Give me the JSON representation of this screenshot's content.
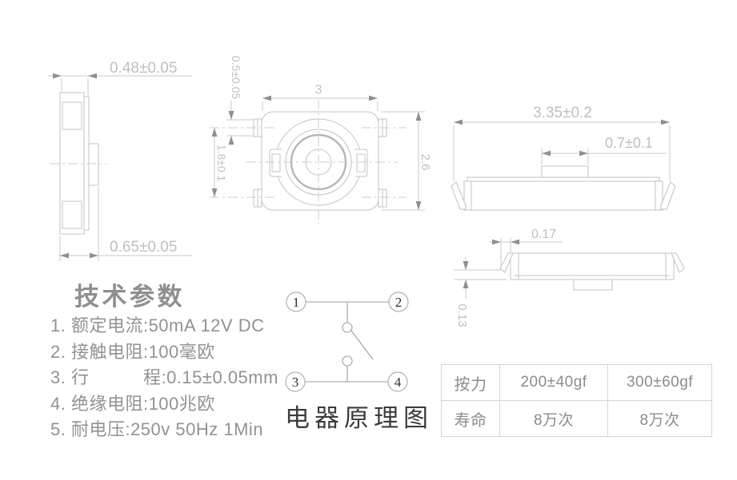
{
  "drawing": {
    "side_view": {
      "dim_body_width": "0.48±0.05",
      "dim_total_width": "0.65±0.05"
    },
    "top_view": {
      "dim_width": "3",
      "dim_height": "2.6",
      "dim_pin_width": "0.5±0.05",
      "dim_pin_pitch": "1.8±0.1"
    },
    "front_view": {
      "dim_total_width": "3.35±0.2",
      "dim_button_width": "0.7±0.1"
    },
    "bottom_view": {
      "dim_pin_inset": "0.17",
      "dim_pin_offset": "0.13"
    }
  },
  "parameters": {
    "title": "技术参数",
    "items": [
      "1. 额定电流:50mA 12V DC",
      "2. 接触电阻:100毫欧",
      "3. 行　　　程:0.15±0.05mm",
      "4. 绝缘电阻:100兆欧",
      "5. 耐电压:250v 50Hz 1Min"
    ]
  },
  "schematic": {
    "label": "电器原理图",
    "terminals": [
      "1",
      "2",
      "3",
      "4"
    ]
  },
  "spec_table": {
    "rows": [
      {
        "label": "按力",
        "values": [
          "200±40gf",
          "300±60gf"
        ]
      },
      {
        "label": "寿命",
        "values": [
          "8万次",
          "8万次"
        ]
      }
    ]
  },
  "colors": {
    "drawing_line": "#c3c3c3",
    "dim_text": "#bfbfbf",
    "arrow": "#8f8f8f",
    "schematic_line": "#9e9e9e",
    "schematic_text": "#3c3c3c",
    "param_text": "#929292",
    "table_border": "#d4d4d4",
    "table_text": "#8c8c8c"
  }
}
